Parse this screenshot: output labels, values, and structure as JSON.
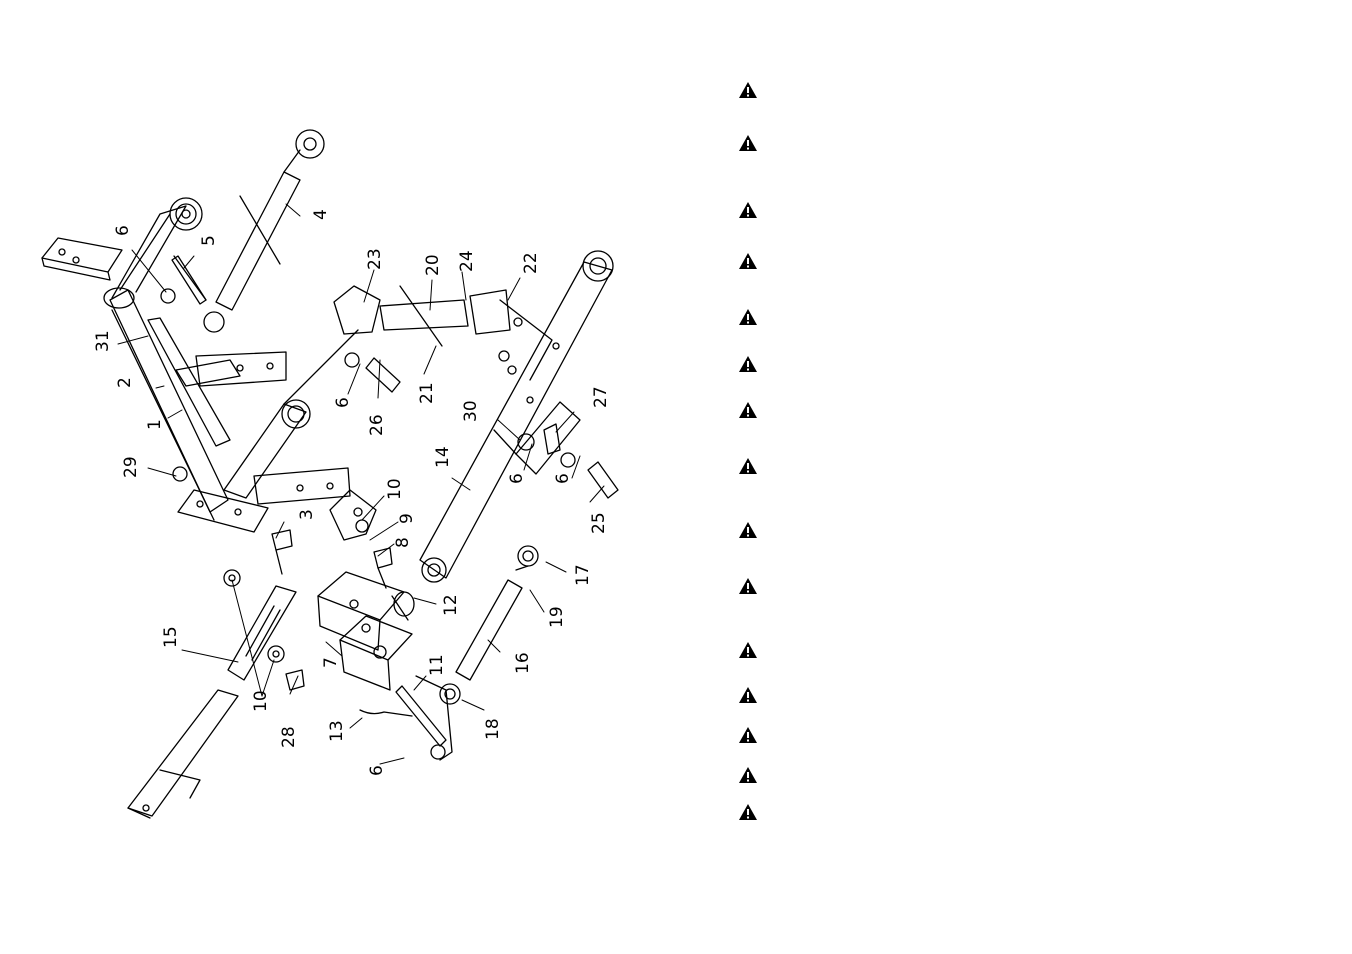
{
  "diagram": {
    "callouts": [
      "1",
      "2",
      "3",
      "4",
      "5",
      "6",
      "6",
      "6",
      "6",
      "6",
      "7",
      "8",
      "9",
      "10",
      "10",
      "11",
      "12",
      "13",
      "14",
      "15",
      "16",
      "17",
      "18",
      "19",
      "20",
      "21",
      "22",
      "23",
      "24",
      "25",
      "26",
      "27",
      "28",
      "29",
      "30",
      "31"
    ]
  },
  "warnings": {
    "icon": "warning-triangle-icon",
    "count": 15,
    "color": "#000000"
  }
}
